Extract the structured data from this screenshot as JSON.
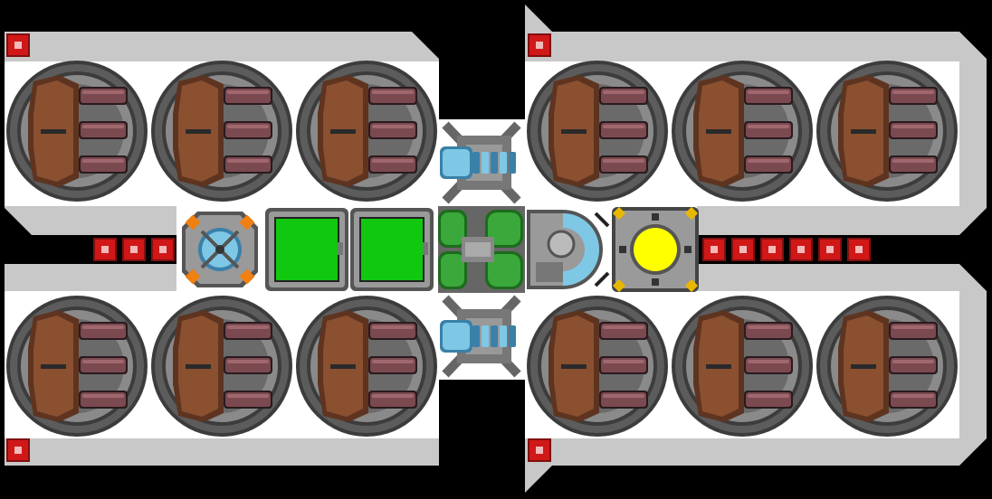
{
  "screen": {
    "title": ""
  },
  "palette": {
    "background": "#000000",
    "hull_light": "#c8c8c8",
    "hull_floor": "#ffffff",
    "pod_ring": "#5c5c5c",
    "pod_ring_light": "#8a8a8a",
    "pod_body": "#8a5030",
    "pod_body_dark": "#5e3420",
    "pod_tube": "#7a4a50",
    "pod_tube_light": "#a0686e",
    "indicator_red": "#d01818",
    "indicator_red_dark": "#801010",
    "storage_green": "#10c810",
    "tank_green": "#3aa83a",
    "tank_green_dark": "#1d6b1d",
    "coil_blue": "#7ec8e6",
    "coil_blue_dark": "#3a80a8",
    "reactor_yellow": "#ffff00",
    "accent_orange": "#f08010",
    "accent_gold": "#e8b800",
    "metal": "#9a9a9a",
    "metal_dark": "#555555"
  },
  "layout_groups": {
    "upper_left_pods": 3,
    "upper_right_pods": 3,
    "lower_left_pods": 3,
    "lower_right_pods": 3,
    "left_connector_lights": 3,
    "right_connector_lights": 6,
    "corner_lights": 4
  },
  "modules": {
    "pods": "cargo-pod",
    "storage": "storage-bay",
    "engine": "green-tank-engine",
    "thruster": "blue-coil-thruster",
    "reactor": "yellow-reactor",
    "hub": "connector-hub",
    "dome": "cockpit-dome"
  },
  "icons": {
    "indicator": "red-indicator-light"
  }
}
